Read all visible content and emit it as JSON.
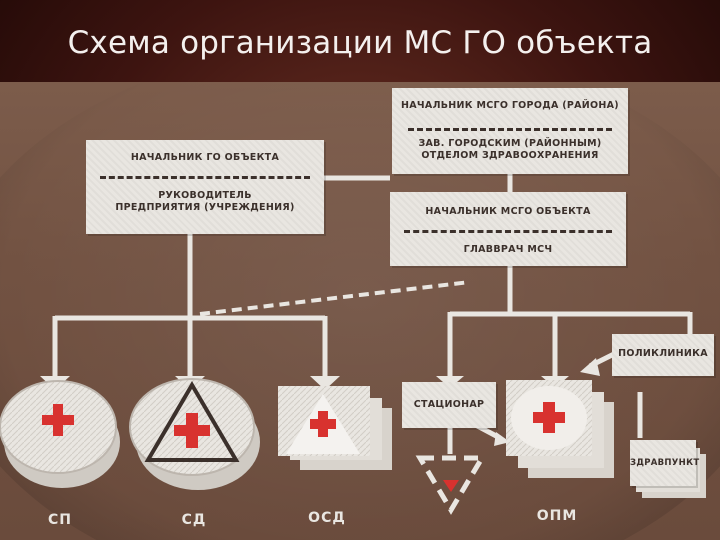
{
  "title": "Схема организации МС ГО объекта",
  "boxes": {
    "city_chief": "НАЧАЛЬНИК МСГО ГОРОДА (РАЙОНА)",
    "health_dept": "ЗАВ. ГОРОДСКИМ (РАЙОННЫМ) ОТДЕЛОМ ЗДРАВООХРАНЕНИЯ",
    "go_chief": "НАЧАЛЬНИК ГО ОБЪЕКТА",
    "enterprise_head": "РУКОВОДИТЕЛЬ ПРЕДПРИЯТИЯ (УЧРЕЖДЕНИЯ)",
    "msgo_chief": "НАЧАЛЬНИК МСГО ОБЪЕКТА",
    "chief_doctor": "ГЛАВВРАЧ МСЧ",
    "polyclinic": "ПОЛИКЛИНИКА",
    "hospital": "СТАЦИОНАР",
    "health_post": "ЗДРАВПУНКТ"
  },
  "units": {
    "sp": "СП",
    "sd": "СД",
    "osd": "ОСД",
    "opm": "ОПМ"
  },
  "colors": {
    "cross": "#d8322f",
    "board": "#725242",
    "label": "#e9e6e1",
    "ink": "#3b302b"
  }
}
